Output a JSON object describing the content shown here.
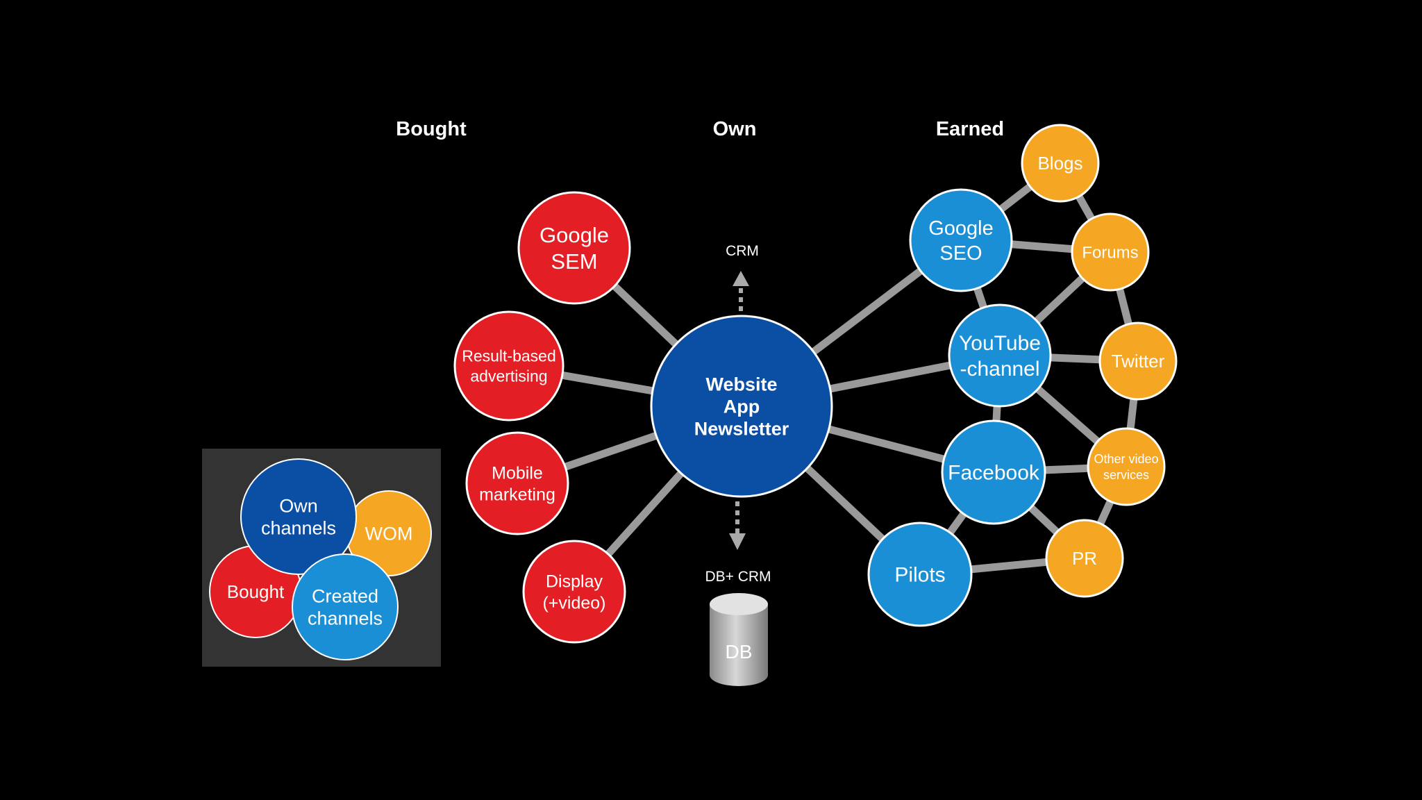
{
  "headers": {
    "bought": "Bought",
    "own": "Own",
    "earned": "Earned"
  },
  "colors": {
    "background": "#000000",
    "bought_red": "#e31e24",
    "own_darkblue": "#0a4fa3",
    "earned_blue": "#1b8fd6",
    "earned_orange": "#f5a623",
    "connector_grey": "#9a9a9a",
    "legend_panel": "#333333",
    "node_stroke": "#ffffff"
  },
  "nodes": {
    "hub": {
      "lines": [
        "Website",
        "App",
        "Newsletter"
      ]
    },
    "google_sem": {
      "lines": [
        "Google",
        "SEM"
      ]
    },
    "result": {
      "lines": [
        "Result-based",
        "advertising"
      ]
    },
    "mobile": {
      "lines": [
        "Mobile",
        "marketing"
      ]
    },
    "display": {
      "lines": [
        "Display",
        "(+video)"
      ]
    },
    "google_seo": {
      "lines": [
        "Google",
        "SEO"
      ]
    },
    "youtube": {
      "lines": [
        "YouTube",
        "-channel"
      ]
    },
    "facebook": {
      "lines": [
        "Facebook"
      ]
    },
    "pilots": {
      "lines": [
        "Pilots"
      ]
    },
    "blogs": {
      "lines": [
        "Blogs"
      ]
    },
    "forums": {
      "lines": [
        "Forums"
      ]
    },
    "twitter": {
      "lines": [
        "Twitter"
      ]
    },
    "other_video": {
      "lines": [
        "Other video",
        "services"
      ]
    },
    "pr": {
      "lines": [
        "PR"
      ]
    }
  },
  "crm": {
    "up_label": "CRM",
    "down_label": "DB+ CRM",
    "db_label": "DB"
  },
  "legend": {
    "own": {
      "lines": [
        "Own",
        "channels"
      ]
    },
    "wom": {
      "lines": [
        "WOM"
      ]
    },
    "bought": {
      "lines": [
        "Bought"
      ]
    },
    "created": {
      "lines": [
        "Created",
        "channels"
      ]
    }
  }
}
